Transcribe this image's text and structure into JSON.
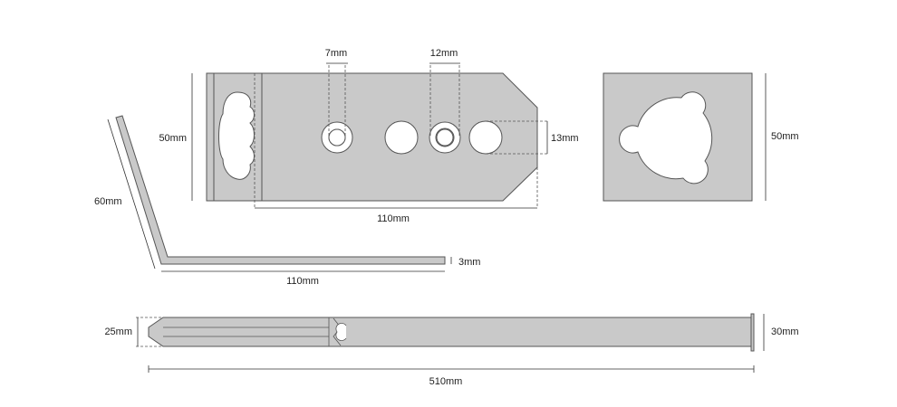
{
  "drawing": {
    "part_color": "#c9c9c9",
    "line_color": "#555555",
    "top_view": {
      "dim_height": "50mm",
      "dim_length": "110mm",
      "dim_small_hole": "7mm",
      "dim_large_hole": "12mm",
      "dim_slot_height": "13mm"
    },
    "end_view": {
      "dim_height": "50mm"
    },
    "side_view": {
      "dim_angled": "60mm",
      "dim_length": "110mm",
      "dim_thickness": "3mm"
    },
    "stake_view": {
      "dim_tip_width": "25mm",
      "dim_head_width": "30mm",
      "dim_length": "510mm"
    }
  }
}
